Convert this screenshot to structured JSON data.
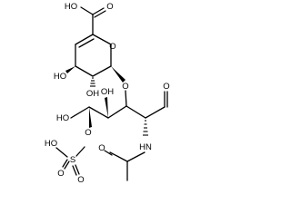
{
  "structure": {
    "atom_labels": {
      "carboxyl_hydroxyl": "HO",
      "carboxyl_oxygen": "O",
      "ring_oxygen": "O",
      "hydroxyl_c4": "HO",
      "hydroxyl_c3": "OH",
      "glycosidic_oxygen": "O",
      "chain_hydroxyl": "OH",
      "primary_hydroxyl": "HO",
      "aldehyde_oxygen": "O",
      "sulfate_ester_oxygen": "O",
      "sulfate_hydroxyl": "HO",
      "sulfur": "S",
      "sulfate_oxygen_1": "O",
      "sulfate_oxygen_2": "O",
      "amide_nitrogen": "HN",
      "acetyl_oxygen": "O"
    }
  }
}
